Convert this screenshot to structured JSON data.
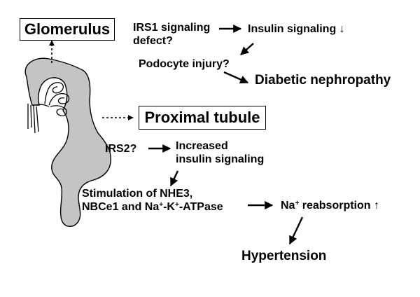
{
  "nodes": {
    "glomerulus": "Glomerulus",
    "proximal_tubule": "Proximal tubule",
    "irs1_line1": "IRS1 signaling",
    "irs1_line2": "defect?",
    "insulin_down": "Insulin signaling ↓",
    "podocyte": "Podocyte injury?",
    "diabetic_nephropathy": "Diabetic nephropathy",
    "irs2": "IRS2?",
    "increased_line1": "Increased",
    "increased_line2": "insulin signaling",
    "stim_line1": "Stimulation of NHE3,",
    "stim_line2a": "NBCe1 and Na",
    "stim_sup1": "+",
    "stim_dash1": "-K",
    "stim_sup2": "+",
    "stim_line2b": "-ATPase",
    "na_prefix": "Na",
    "na_sup": "+",
    "na_suffix": " reabsorption ↑",
    "hypertension": "Hypertension"
  },
  "colors": {
    "tubule_fill": "#c4c4c4",
    "stroke": "#000000"
  }
}
